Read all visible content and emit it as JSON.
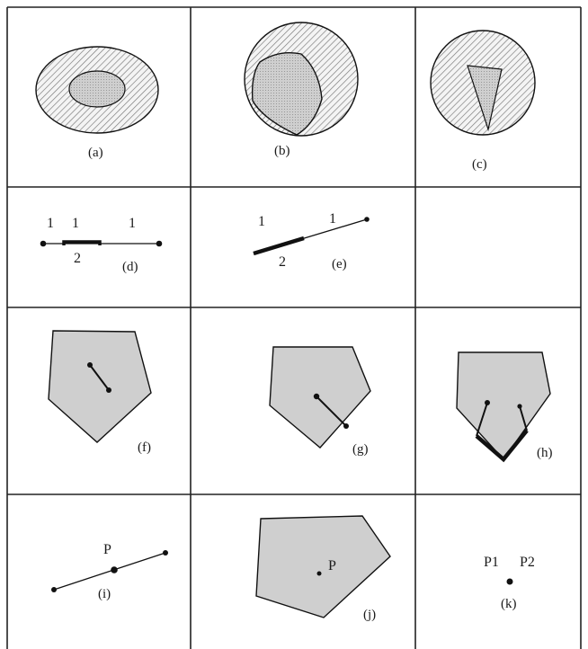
{
  "panels": {
    "a": {
      "caption": "(a)"
    },
    "b": {
      "caption": "(b)"
    },
    "c": {
      "caption": "(c)"
    },
    "d": {
      "caption": "(d)",
      "labels": [
        "1",
        "1",
        "1",
        "2"
      ]
    },
    "e": {
      "caption": "(e)",
      "labels": [
        "1",
        "1",
        "2"
      ]
    },
    "f": {
      "caption": "(f)"
    },
    "g": {
      "caption": "(g)"
    },
    "h": {
      "caption": "(h)"
    },
    "i": {
      "caption": "(i)",
      "point_label": "P"
    },
    "j": {
      "caption": "(j)",
      "point_label": "P"
    },
    "k": {
      "caption": "(k)",
      "point_labels": [
        "P1",
        "P2"
      ]
    }
  },
  "colors": {
    "fill": "#cfcfcf",
    "stroke": "#111111",
    "grid": "#222222",
    "hatch": "#777777"
  }
}
